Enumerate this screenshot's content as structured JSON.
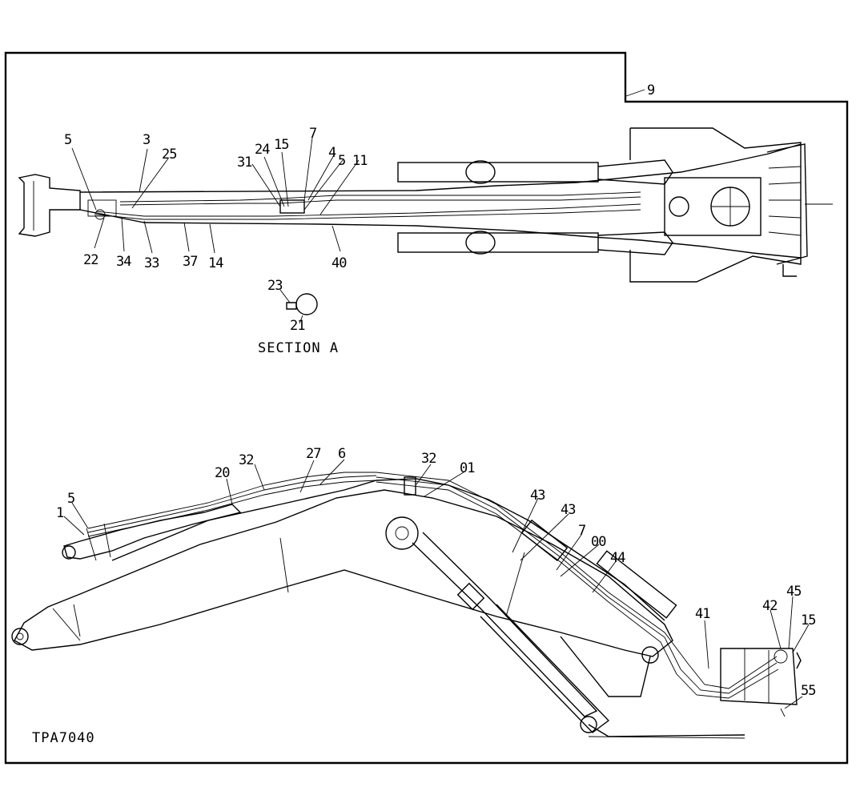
{
  "drawing": {
    "ref_label": "9",
    "figure_code": "TPA7040",
    "section_title": "SECTION A",
    "top_view_labels": [
      "5",
      "3",
      "25",
      "31",
      "24",
      "15",
      "7",
      "4",
      "5",
      "11",
      "22",
      "34",
      "33",
      "37",
      "14",
      "40"
    ],
    "section_labels": [
      "23",
      "21"
    ],
    "side_view_labels": [
      "5",
      "1",
      "20",
      "32",
      "27",
      "6",
      "32",
      "01",
      "43",
      "43",
      "7",
      "00",
      "44",
      "41",
      "42",
      "45",
      "15",
      "55"
    ]
  }
}
